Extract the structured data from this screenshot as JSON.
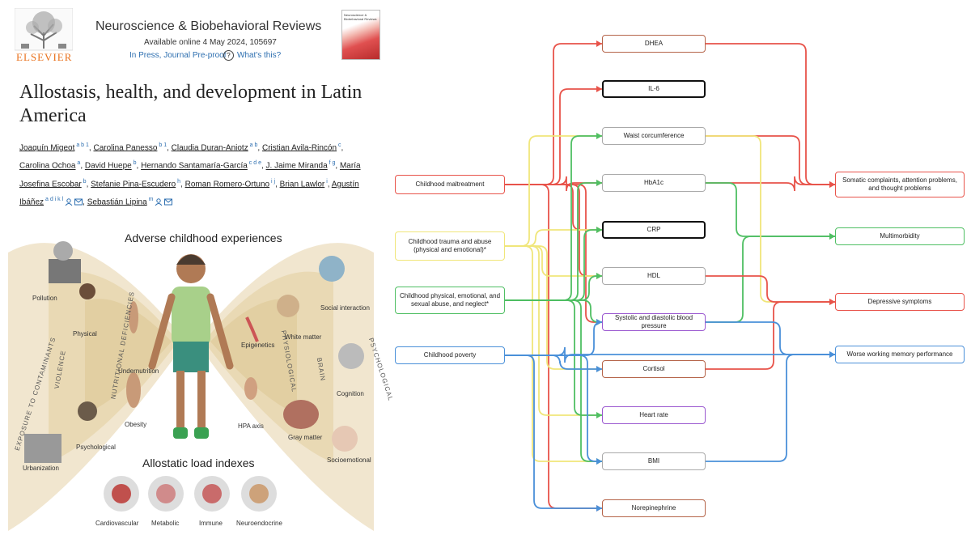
{
  "journal": {
    "publisher": "ELSEVIER",
    "name": "Neuroscience & Biobehavioral Reviews",
    "available": "Available online 4 May 2024, 105697",
    "status": "In Press, Journal Pre-proof",
    "help": "?",
    "whats_this": "What's this?",
    "cover_text": "Neuroscience & Biobehavioral Reviews"
  },
  "article": {
    "title": "Allostasis, health, and development in Latin America",
    "authors": [
      {
        "name": "Joaquín Migeot",
        "sup": "a b 1"
      },
      {
        "name": "Carolina Panesso",
        "sup": "b 1"
      },
      {
        "name": "Claudia Duran-Aniotz",
        "sup": "a b"
      },
      {
        "name": "Cristian Avila-Rincón",
        "sup": "c"
      },
      {
        "name": "Carolina Ochoa",
        "sup": "a"
      },
      {
        "name": "David Huepe",
        "sup": "b"
      },
      {
        "name": "Hernando Santamaría-García",
        "sup": "c d e"
      },
      {
        "name": "J. Jaime Miranda",
        "sup": "f g"
      },
      {
        "name": "María Josefina Escobar",
        "sup": "b"
      },
      {
        "name": "Stefanie Pina-Escudero",
        "sup": "h"
      },
      {
        "name": "Roman Romero-Ortuno",
        "sup": "i j"
      },
      {
        "name": "Brian Lawlor",
        "sup": "i"
      },
      {
        "name": "Agustín Ibáñez",
        "sup": "a d i k l"
      },
      {
        "name": "Sebastián Lipina",
        "sup": "m"
      }
    ]
  },
  "graphical_abstract": {
    "top_title": "Adverse childhood experiences",
    "bottom_title": "Allostatic load indexes",
    "left_arcs": [
      "EXPOSURE TO CONTAMINANTS",
      "VIOLENCE",
      "NUTRITIONAL DEFICIENCIES"
    ],
    "right_arcs": [
      "PSYCHOLOGICAL",
      "BRAIN",
      "PHYSIOLOGICAL"
    ],
    "left_items": [
      "Pollution",
      "Physical",
      "Undernutrition",
      "Obesity",
      "Psychological",
      "Urbanization"
    ],
    "right_items": [
      "Social interaction",
      "White matter",
      "Epigenetics",
      "Cognition",
      "HPA axis",
      "Gray matter",
      "Socioemotional"
    ],
    "indexes": [
      "Cardiovascular",
      "Metabolic",
      "Immune",
      "Neuroendocrine"
    ]
  },
  "diagram": {
    "colors": {
      "red": "#e8534a",
      "yellow": "#f0e67a",
      "green": "#4fbf63",
      "blue": "#4a90d9",
      "purple": "#9b59d0",
      "brown": "#b5654a",
      "black": "#111111",
      "gray": "#aaaaaa"
    },
    "exposures": [
      {
        "id": "maltreatment",
        "label": "Childhood maltreatment",
        "color": "red"
      },
      {
        "id": "trauma",
        "label": "Childhood trauma and abuse (physical and emotional)*",
        "color": "yellow"
      },
      {
        "id": "neglect",
        "label": "Childhood physical, emotional, and sexual abuse, and neglect*",
        "color": "green"
      },
      {
        "id": "poverty",
        "label": "Childhood poverty",
        "color": "blue"
      }
    ],
    "biomarkers": [
      {
        "id": "dhea",
        "label": "DHEA",
        "color": "brown"
      },
      {
        "id": "il6",
        "label": "IL-6",
        "color": "black"
      },
      {
        "id": "waist",
        "label": "Waist corcumference",
        "color": "gray"
      },
      {
        "id": "hba1c",
        "label": "HbA1c",
        "color": "gray"
      },
      {
        "id": "crp",
        "label": "CRP",
        "color": "black"
      },
      {
        "id": "hdl",
        "label": "HDL",
        "color": "gray"
      },
      {
        "id": "bp",
        "label": "Systolic and diastolic blood pressure",
        "color": "purple"
      },
      {
        "id": "cortisol",
        "label": "Cortisol",
        "color": "brown"
      },
      {
        "id": "hr",
        "label": "Heart rate",
        "color": "purple"
      },
      {
        "id": "bmi",
        "label": "BMI",
        "color": "gray"
      },
      {
        "id": "norepi",
        "label": "Norepinephrine",
        "color": "brown"
      }
    ],
    "outcomes": [
      {
        "id": "somatic",
        "label": "Somatic complaints, attention problems, and thought problems",
        "color": "red"
      },
      {
        "id": "multi",
        "label": "Multimorbidity",
        "color": "green"
      },
      {
        "id": "depress",
        "label": "Depressive symptoms",
        "color": "red"
      },
      {
        "id": "wm",
        "label": "Worse working memory performance",
        "color": "blue"
      }
    ]
  }
}
